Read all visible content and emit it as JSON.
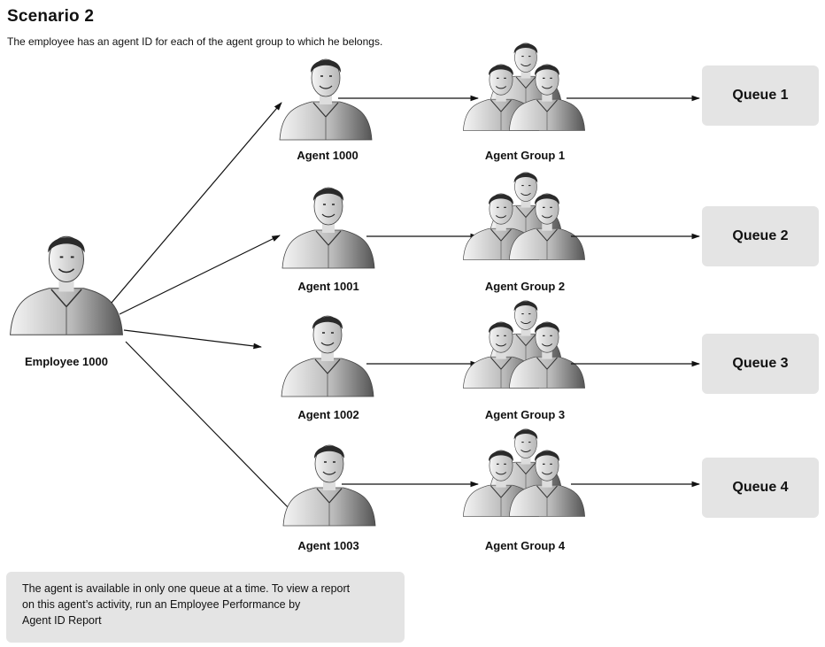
{
  "header": {
    "title": "Scenario 2",
    "subtitle": "The employee has an agent ID for each of the agent group to which he belongs."
  },
  "employee": {
    "label": "Employee 1000"
  },
  "agents": [
    {
      "label": "Agent 1000"
    },
    {
      "label": "Agent 1001"
    },
    {
      "label": "Agent 1002"
    },
    {
      "label": "Agent 1003"
    }
  ],
  "groups": [
    {
      "label": "Agent Group 1"
    },
    {
      "label": "Agent Group 2"
    },
    {
      "label": "Agent Group 3"
    },
    {
      "label": "Agent Group 4"
    }
  ],
  "queues": [
    {
      "label": "Queue 1"
    },
    {
      "label": "Queue 2"
    },
    {
      "label": "Queue 3"
    },
    {
      "label": "Queue 4"
    }
  ],
  "note": {
    "lines": [
      "The agent is available in only one queue at a time. To view a report",
      "on this agent’s activity, run an Employee Performance by",
      "Agent ID Report"
    ]
  }
}
